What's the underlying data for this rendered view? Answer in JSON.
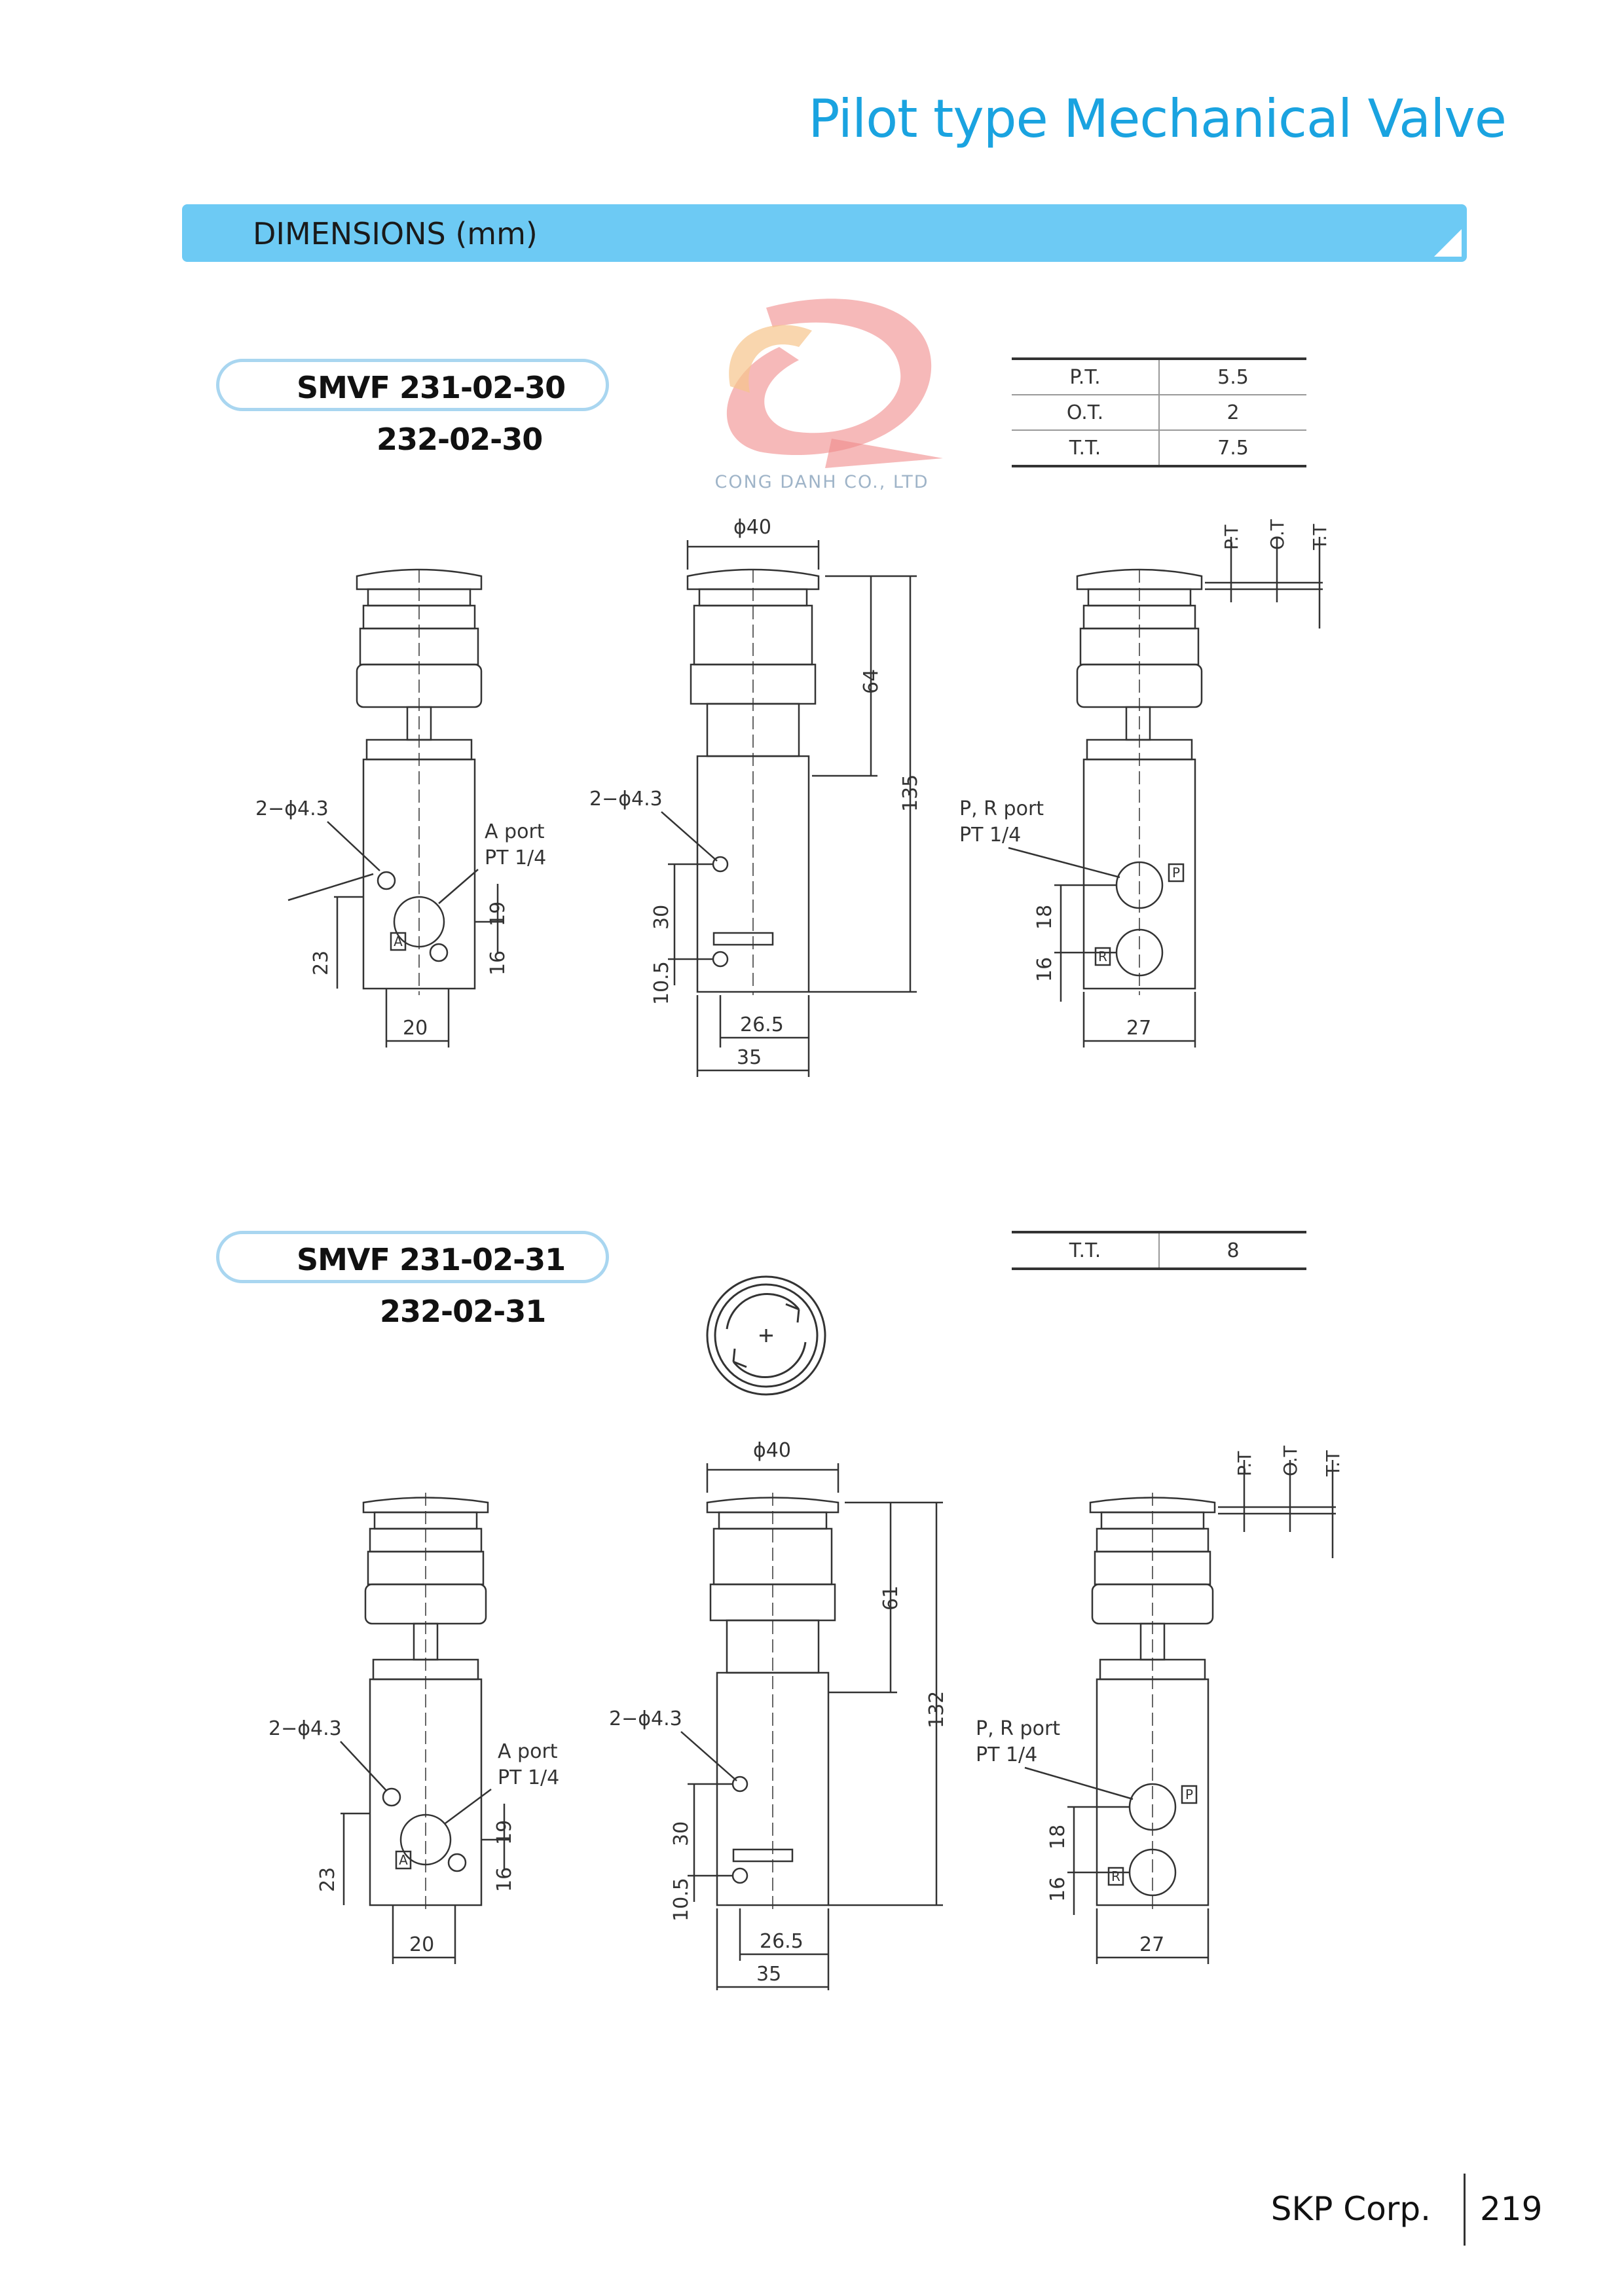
{
  "header": {
    "title": "Pilot type Mechanical Valve"
  },
  "section": {
    "title": "DIMENSIONS (mm)"
  },
  "watermark": {
    "text": "CONG DANH CO., LTD"
  },
  "models": [
    {
      "name": "SMVF 231-02-30",
      "variant": "232-02-30",
      "specs": [
        {
          "key": "P.T.",
          "value": "5.5"
        },
        {
          "key": "O.T.",
          "value": "2"
        },
        {
          "key": "T.T.",
          "value": "7.5"
        }
      ],
      "dims": {
        "hole": "2−ϕ4.3",
        "a_port": "A port",
        "a_port_thread": "PT 1/4",
        "d19": "19",
        "d16": "16",
        "d23": "23",
        "d20": "20",
        "phi40": "ϕ40",
        "d64": "64",
        "d135": "135",
        "d30": "30",
        "d10_5": "10.5",
        "d26_5": "26.5",
        "d35": "35",
        "pr_port": "P, R port",
        "pr_thread": "PT 1/4",
        "d18": "18",
        "d16b": "16",
        "d27": "27",
        "pt": "P.T",
        "ot": "O.T",
        "tt": "T.T"
      }
    },
    {
      "name": "SMVF 231-02-31",
      "variant": "232-02-31",
      "specs": [
        {
          "key": "T.T.",
          "value": "8"
        }
      ],
      "dims": {
        "hole": "2−ϕ4.3",
        "a_port": "A port",
        "a_port_thread": "PT 1/4",
        "d19": "19",
        "d16": "16",
        "d23": "23",
        "d20": "20",
        "phi40": "ϕ40",
        "d61": "61",
        "d132": "132",
        "d30": "30",
        "d10_5": "10.5",
        "d26_5": "26.5",
        "d35": "35",
        "pr_port": "P, R port",
        "pr_thread": "PT 1/4",
        "d18": "18",
        "d16b": "16",
        "d27": "27",
        "pt": "P.T",
        "ot": "O.T",
        "tt": "T.T"
      }
    }
  ],
  "footer": {
    "company": "SKP Corp.",
    "page": "219"
  },
  "colors": {
    "title": "#1aa3e0",
    "banner": "#6dcaf4",
    "pill_border": "#a9d6f0"
  }
}
